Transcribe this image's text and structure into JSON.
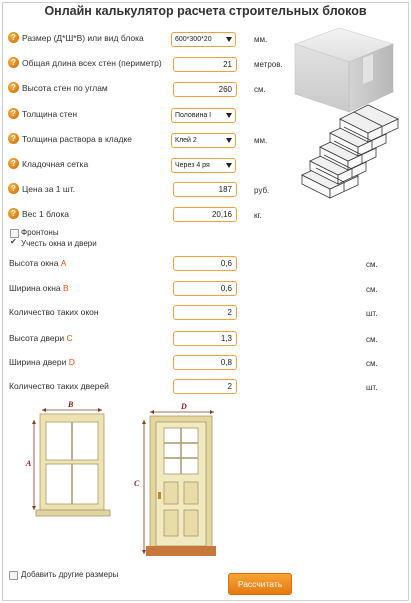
{
  "title": "Онлайн калькулятор расчета строительных блоков",
  "icons": {
    "help": "question-circle-icon",
    "checkbox_checked": "check-icon"
  },
  "colors": {
    "accent": "#f0a33b",
    "help_icon": "#e8860f",
    "highlight_letter": "#e8520f",
    "button": "#f29321"
  },
  "fields": {
    "block_size": {
      "label": "Размер (Д*Ш*В) или вид блока",
      "value": "600*300*20",
      "unit": "мм."
    },
    "perimeter": {
      "label": "Общая длина всех стен (периметр)",
      "value": "21",
      "unit": "метров."
    },
    "wall_height": {
      "label": "Высота стен по углам",
      "value": "260",
      "unit": "см."
    },
    "wall_thickness": {
      "label": "Толщина стен",
      "value": "Половина I"
    },
    "mortar_thickness": {
      "label": "Толщина раствора в кладке",
      "value": "Клей 2",
      "unit": "мм."
    },
    "mesh": {
      "label": "Кладочная сетка",
      "value": "Через 4 ря"
    },
    "price": {
      "label": "Цена за 1 шт.",
      "value": "187",
      "unit": "руб."
    },
    "weight": {
      "label": "Вес 1 блока",
      "value": "20,16",
      "unit": "кг."
    }
  },
  "checkboxes": {
    "gables": {
      "label": "Фронтоны",
      "checked": false
    },
    "openings": {
      "label": "Учесть окна и двери",
      "checked": true
    },
    "other_sizes": {
      "label": "Добавить другие размеры",
      "checked": false
    }
  },
  "openings": {
    "window_height": {
      "label": "Высота окна",
      "letter": "A",
      "value": "0,6",
      "unit": "см."
    },
    "window_width": {
      "label": "Ширина окна",
      "letter": "B",
      "value": "0,6",
      "unit": "см."
    },
    "window_count": {
      "label": "Количество таких окон",
      "value": "2",
      "unit": "шт."
    },
    "door_height": {
      "label": "Высота двери",
      "letter": "C",
      "value": "1,3",
      "unit": "см."
    },
    "door_width": {
      "label": "Ширина двери",
      "letter": "D",
      "value": "0,8",
      "unit": "см."
    },
    "door_count": {
      "label": "Количество таких дверей",
      "value": "2",
      "unit": "шт."
    }
  },
  "diagram": {
    "window_a": "A",
    "window_b": "B",
    "door_c": "C",
    "door_d": "D"
  },
  "calculate_button": "Рассчитать"
}
